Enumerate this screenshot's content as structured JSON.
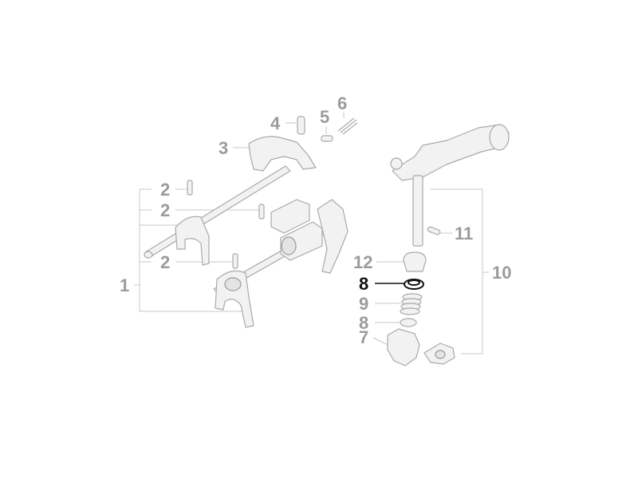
{
  "diagram": {
    "callouts": [
      {
        "id": "c1",
        "text": "1",
        "state": "muted"
      },
      {
        "id": "c2a",
        "text": "2",
        "state": "muted"
      },
      {
        "id": "c2b",
        "text": "2",
        "state": "muted"
      },
      {
        "id": "c2c",
        "text": "2",
        "state": "muted"
      },
      {
        "id": "c3",
        "text": "3",
        "state": "muted"
      },
      {
        "id": "c4",
        "text": "4",
        "state": "muted"
      },
      {
        "id": "c5",
        "text": "5",
        "state": "muted"
      },
      {
        "id": "c6",
        "text": "6",
        "state": "muted"
      },
      {
        "id": "c7",
        "text": "7",
        "state": "muted"
      },
      {
        "id": "c8a",
        "text": "8",
        "state": "active"
      },
      {
        "id": "c8b",
        "text": "8",
        "state": "muted"
      },
      {
        "id": "c9",
        "text": "9",
        "state": "muted"
      },
      {
        "id": "c10",
        "text": "10",
        "state": "muted"
      },
      {
        "id": "c11",
        "text": "11",
        "state": "muted"
      },
      {
        "id": "c12",
        "text": "12",
        "state": "muted"
      }
    ],
    "colors": {
      "highlight": "#111111",
      "muted_label": "#9b9b9b",
      "leader": "#c8c8c8",
      "part_fill": "#f2f2f2",
      "part_stroke": "#a9a9a9"
    }
  }
}
